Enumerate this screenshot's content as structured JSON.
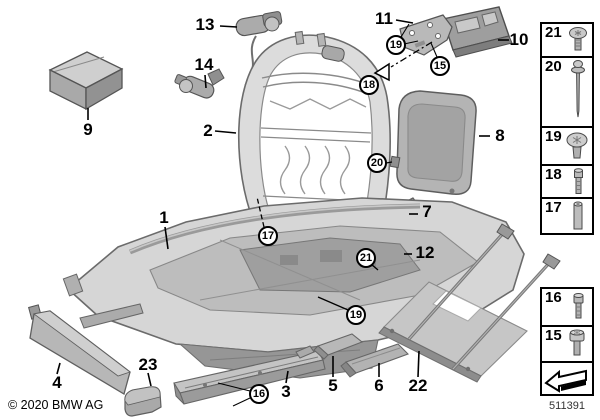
{
  "callouts": {
    "plain": {
      "p1": "1",
      "p2": "2",
      "p3": "3",
      "p4": "4",
      "p5": "5",
      "p6": "6",
      "p7": "7",
      "p8": "8",
      "p9": "9",
      "p10": "10",
      "p11": "11",
      "p12": "12",
      "p13": "13",
      "p14": "14",
      "p22": "22",
      "p23": "23"
    },
    "circled": {
      "c15": "15",
      "c16": "16",
      "c17": "17",
      "c18": "18",
      "c19_top": "19",
      "c19_bottom": "19",
      "c20": "20",
      "c21": "21"
    }
  },
  "legend": {
    "upper": [
      {
        "number": "21",
        "icon": "torx-pan-head-screw"
      },
      {
        "number": "20",
        "icon": "blind-rivet"
      },
      {
        "number": "19",
        "icon": "torx-washer-head-screw"
      },
      {
        "number": "18",
        "icon": "socket-head-bolt"
      },
      {
        "number": "17",
        "icon": "spacer-sleeve"
      }
    ],
    "lower": [
      {
        "number": "16",
        "icon": "socket-head-bolt"
      },
      {
        "number": "15",
        "icon": "torx-cheese-head-screw"
      }
    ],
    "direction_icon": "front-direction-arrow"
  },
  "footer": {
    "copyright": "© 2020 BMW AG",
    "document_number": "511391"
  },
  "colors": {
    "background": "#ffffff",
    "outline": "#000000",
    "part_light": "#d9d9d9",
    "part_mid": "#b3b3b3",
    "part_dark": "#8c8c8c"
  }
}
